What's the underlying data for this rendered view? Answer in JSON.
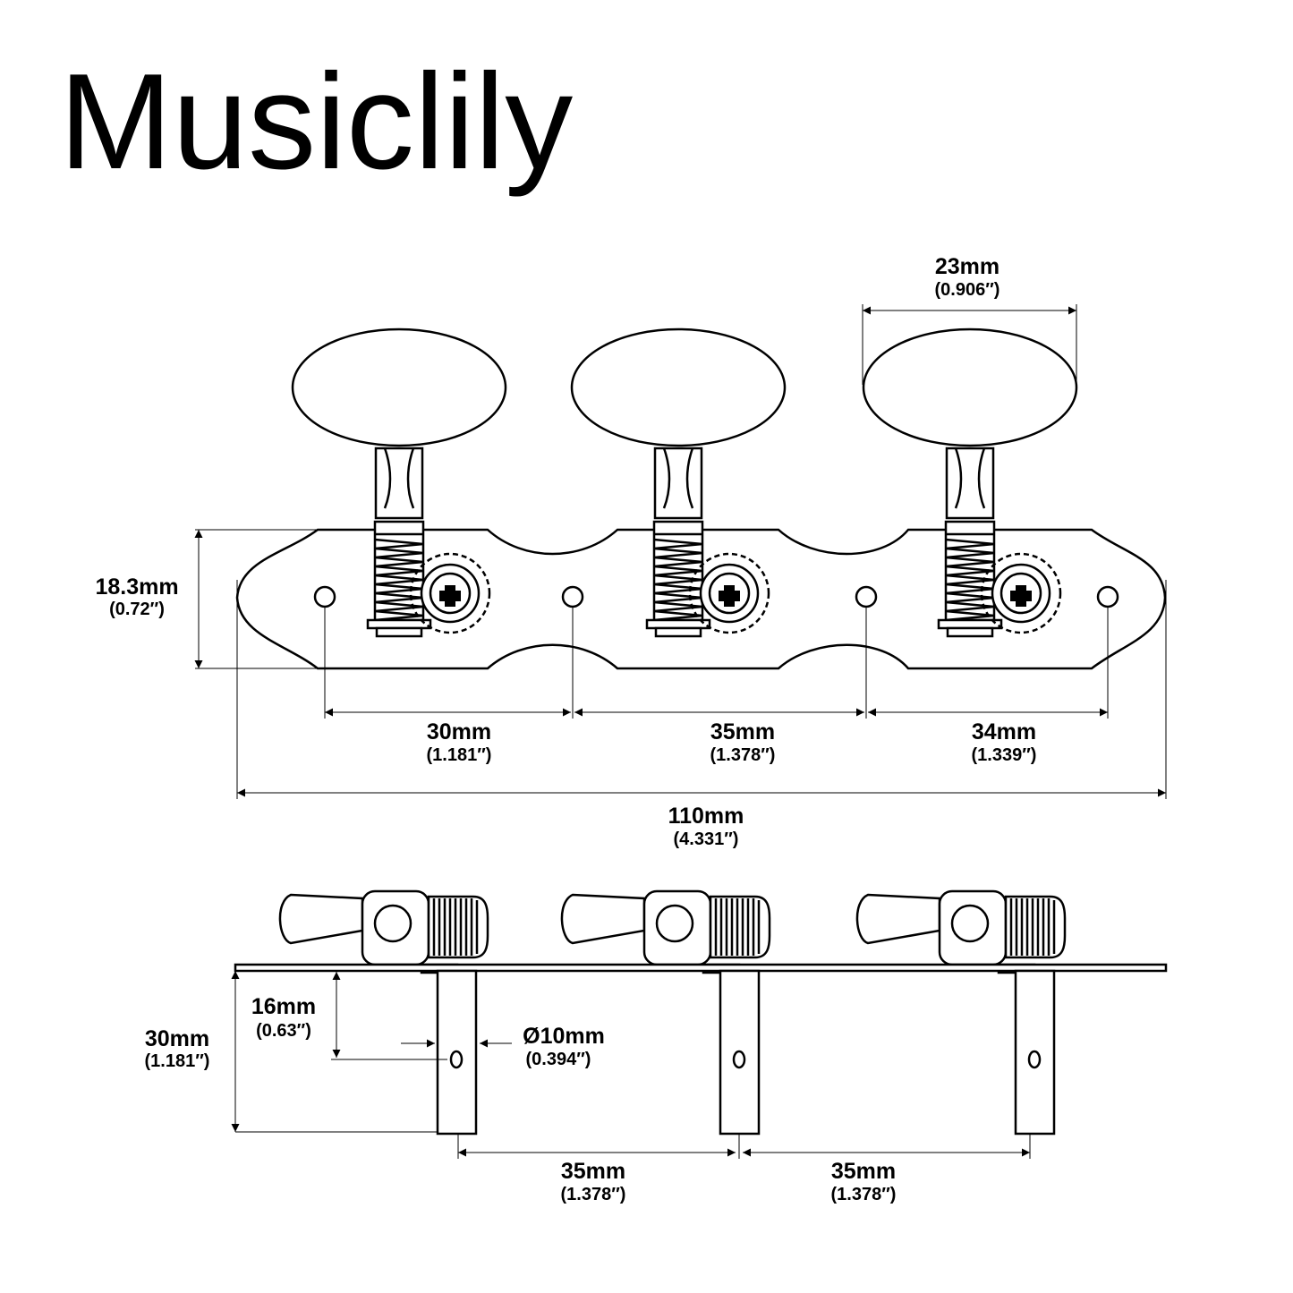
{
  "brand": "Musiclily",
  "top_view": {
    "knob_width": {
      "mm": "23mm",
      "inch": "(0.906″)"
    },
    "plate_height": {
      "mm": "18.3mm",
      "inch": "(0.72″)"
    },
    "spacings": [
      {
        "mm": "30mm",
        "inch": "(1.181″)"
      },
      {
        "mm": "35mm",
        "inch": "(1.378″)"
      },
      {
        "mm": "34mm",
        "inch": "(1.339″)"
      }
    ],
    "total_length": {
      "mm": "110mm",
      "inch": "(4.331″)"
    }
  },
  "side_view": {
    "post_length": {
      "mm": "30mm",
      "inch": "(1.181″)"
    },
    "hole_height": {
      "mm": "16mm",
      "inch": "(0.63″)"
    },
    "post_diameter": {
      "mm": "Ø10mm",
      "inch": "(0.394″)"
    },
    "post_spacings": [
      {
        "mm": "35mm",
        "inch": "(1.378″)"
      },
      {
        "mm": "35mm",
        "inch": "(1.378″)"
      }
    ]
  }
}
